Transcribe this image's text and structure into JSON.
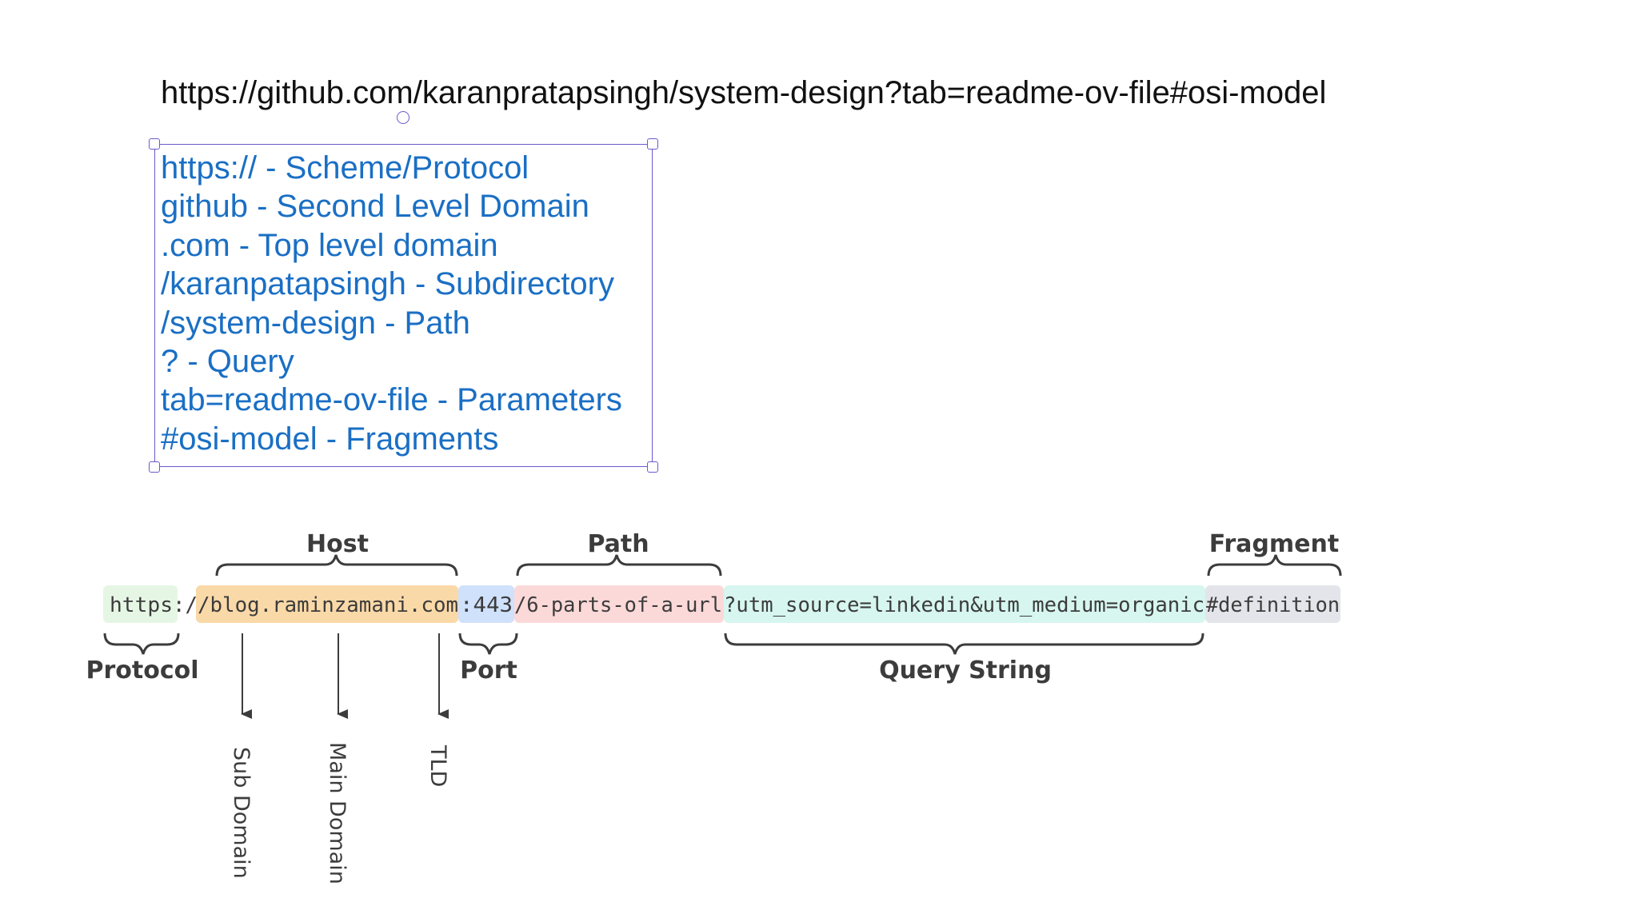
{
  "top_url": "https://github.com/karanpratapsingh/system-design?tab=readme-ov-file#osi-model",
  "notes": [
    "https:// - Scheme/Protocol",
    "github - Second Level Domain",
    ".com - Top level domain",
    "/karanpatapsingh - Subdirectory",
    "/system-design - Path",
    "? - Query",
    "tab=readme-ov-file - Parameters",
    "#osi-model - Fragments"
  ],
  "url_diagram": {
    "segments": {
      "protocol": "https",
      "sep1": ":/",
      "host": "/blog.raminzamani.com",
      "port": ":443",
      "path": "/6-parts-of-a-url",
      "query": "?utm_source=linkedin&utm_medium=organic",
      "fragment": "#definition"
    },
    "labels": {
      "host": "Host",
      "path": "Path",
      "fragment": "Fragment",
      "protocol": "Protocol",
      "port": "Port",
      "query": "Query String",
      "sub_domain": "Sub Domain",
      "main_domain": "Main Domain",
      "tld": "TLD"
    },
    "colors": {
      "protocol": "#e6f6e4",
      "host": "#fad9a8",
      "port": "#cfe1fb",
      "path": "#fcd9d9",
      "query": "#d6f6ef",
      "fragment": "#e3e5ea",
      "text": "#3c3c3c",
      "note_text": "#1a6fc4",
      "selection": "#6a5acd"
    }
  }
}
